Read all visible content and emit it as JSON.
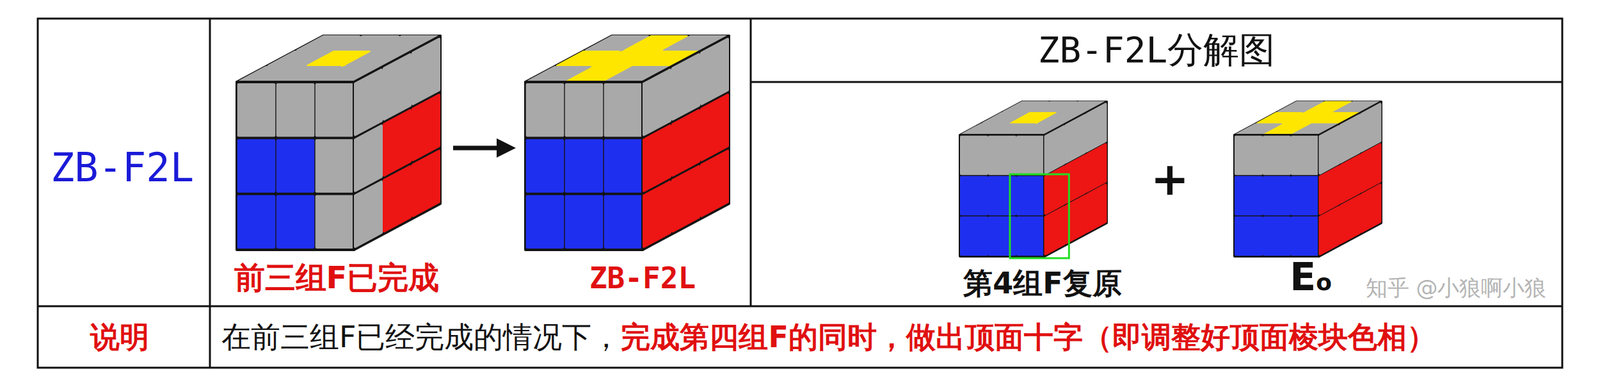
{
  "diagram": {
    "labels": [
      "ZB-F2L",
      "ZB-F2L分解图",
      "前三组F已完成",
      "ZB-F2L",
      "第4组F复原",
      "+",
      "Eo",
      "说明",
      "在前三组F已经完成的情况下，",
      "完成第四组F的同时，做出顶面十字（即调整好顶面棱块色相）",
      "知乎 @小狼啊小狼"
    ]
  }
}
